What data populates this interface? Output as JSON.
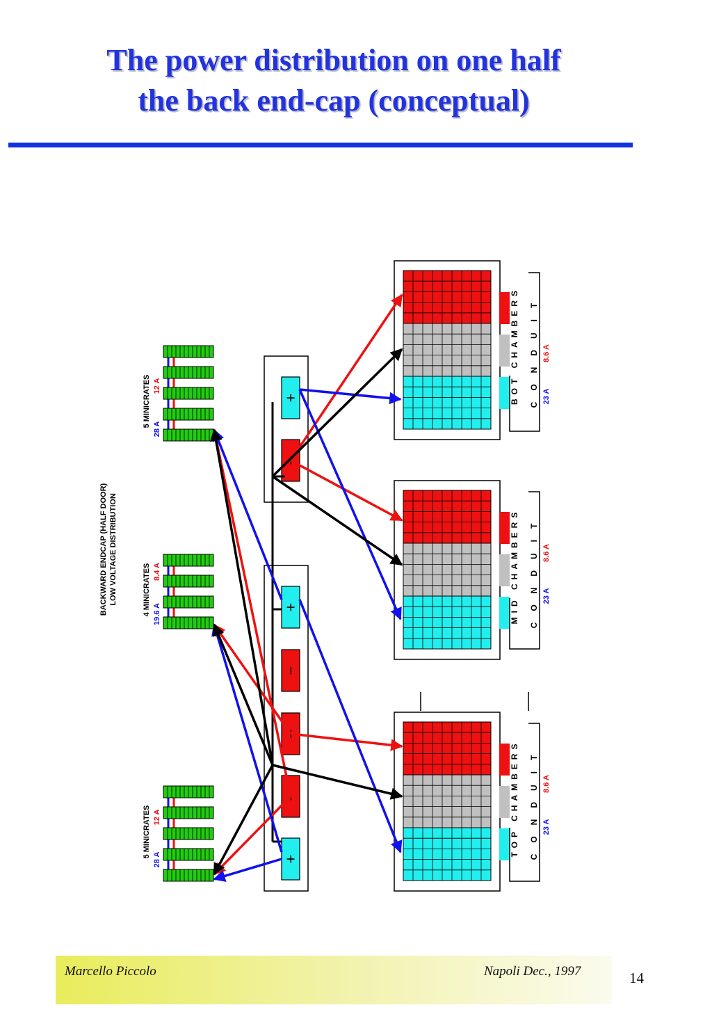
{
  "slide": {
    "title_line1": "The power distribution on one half",
    "title_line2": "the back end-cap (conceptual)",
    "author": "Marcello Piccolo",
    "date": "Napoli Dec., 1997",
    "page_number": "14"
  },
  "diagram": {
    "heading_line1": "BACKWARD ENDCAP  (HALF DOOR)",
    "heading_line2": "LOW VOLTAGE DISTRIBUTION",
    "minicrate_groups": [
      {
        "label": "5 MINICRATES",
        "blue_current": "28 A",
        "red_current": "12 A",
        "count": 5
      },
      {
        "label": "4 MINICRATES",
        "blue_current": "19.6 A",
        "red_current": "8.4 A",
        "count": 4
      },
      {
        "label": "5 MINICRATES",
        "blue_current": "28 A",
        "red_current": "12 A",
        "count": 5
      }
    ],
    "supply_units": [
      {
        "terminals": [
          "+",
          "−"
        ]
      },
      {
        "terminals": [
          "+",
          "−",
          "−",
          "−",
          "+"
        ]
      }
    ],
    "chamber_groups": [
      {
        "label": "BOT   CHAMBERS",
        "conduit": "CONDUIT",
        "blue_current": "23 A",
        "red_current": "8.6 A"
      },
      {
        "label": "MID   CHAMBERS",
        "conduit": "CONDUIT",
        "blue_current": "23 A",
        "red_current": "8.6 A"
      },
      {
        "label": "TOP   CHAMBERS",
        "conduit": "CONDUIT",
        "blue_current": "23 A",
        "red_current": "8.6 A"
      }
    ],
    "colors": {
      "red": "#ee1111",
      "blue": "#1111ee",
      "black": "#000000",
      "green": "#22cc11",
      "cyan": "#22eeee",
      "gray": "#c0c0c0"
    }
  }
}
